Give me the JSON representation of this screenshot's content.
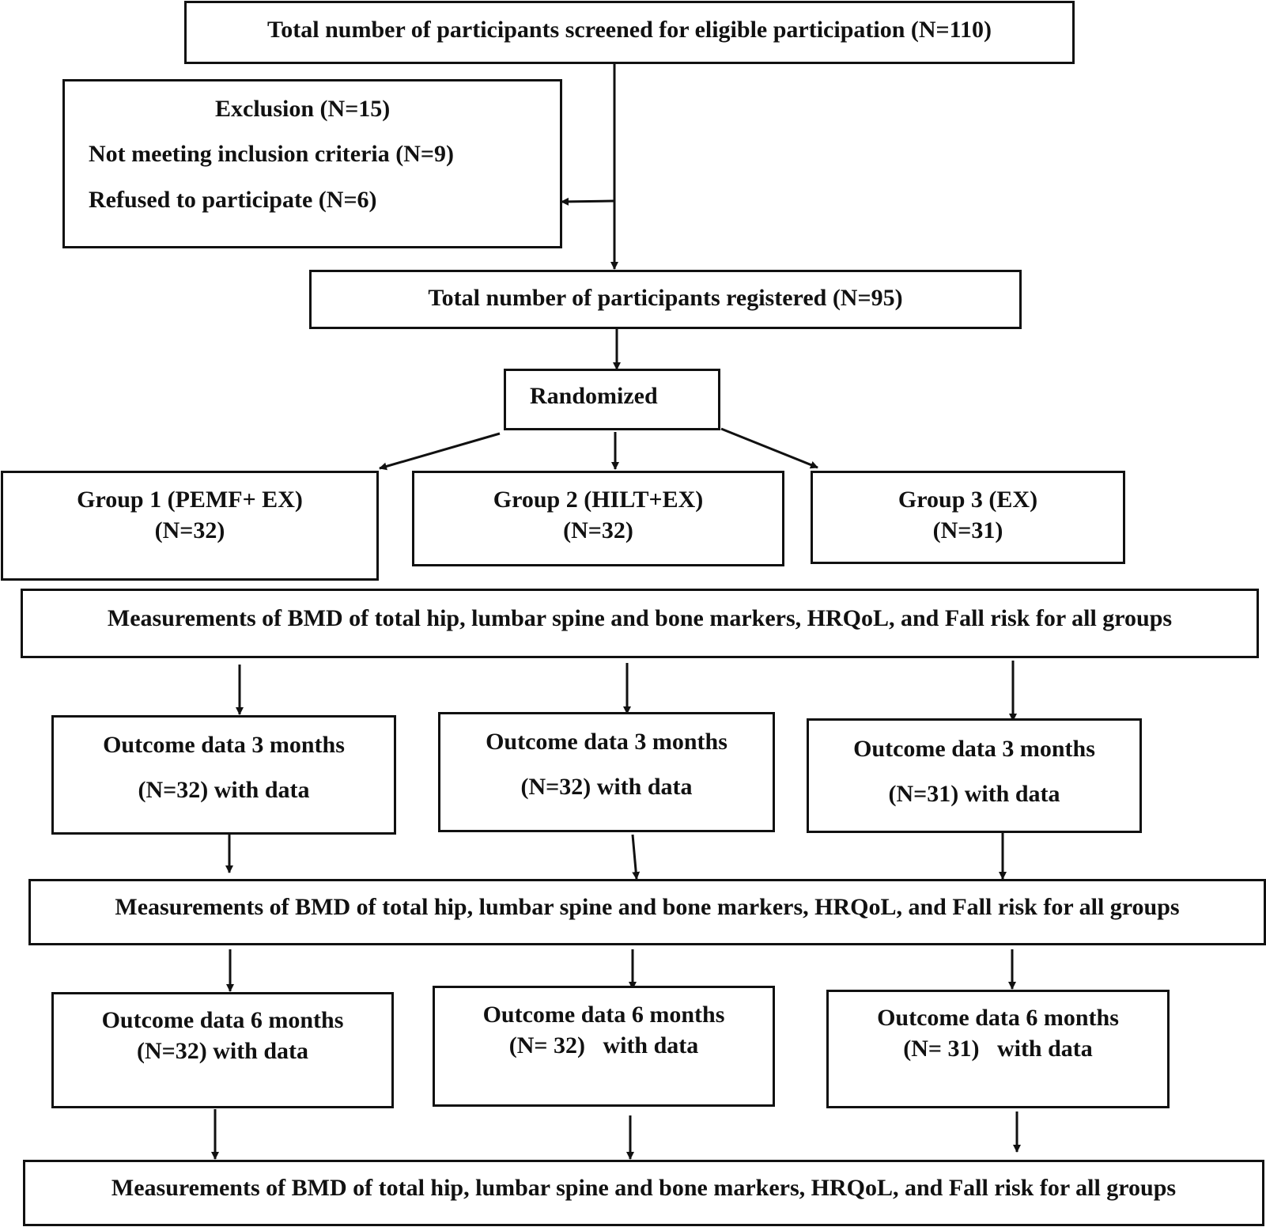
{
  "screened": {
    "text": "Total number of participants screened for eligible participation (N=110)"
  },
  "exclusion": {
    "title": "Exclusion (N=15)",
    "line1": "Not meeting inclusion criteria (N=9)",
    "line2": "Refused to participate (N=6)"
  },
  "registered": {
    "text": "Total number of participants registered (N=95)"
  },
  "randomized": {
    "text": "Randomized"
  },
  "groups": [
    {
      "name": "Group 1 (PEMF+ EX)",
      "n": "(N=32)"
    },
    {
      "name": "Group 2 (HILT+EX)",
      "n": "(N=32)"
    },
    {
      "name": "Group 3 (EX)",
      "n": "(N=31)"
    }
  ],
  "measurements": [
    "Measurements of BMD of total hip, lumbar spine and bone markers, HRQoL, and Fall risk for all groups",
    "Measurements of BMD of total hip, lumbar spine and bone markers, HRQoL, and Fall risk for all groups",
    "Measurements of BMD of total hip, lumbar spine and bone markers, HRQoL, and Fall risk for all groups"
  ],
  "outcome3": [
    {
      "title": "Outcome data 3 months",
      "sub": "(N=32) with data"
    },
    {
      "title": "Outcome data 3 months",
      "sub": "(N=32) with data"
    },
    {
      "title": "Outcome data 3 months",
      "sub": "(N=31) with data"
    }
  ],
  "outcome6": [
    {
      "title": "Outcome data 6 months",
      "sub": "(N=32) with data"
    },
    {
      "title": "Outcome data 6 months",
      "sub": "(N= 32)   with data"
    },
    {
      "title": "Outcome data 6 months",
      "sub": "(N= 31)   with data"
    }
  ]
}
